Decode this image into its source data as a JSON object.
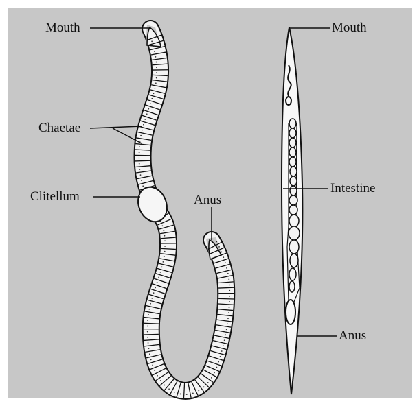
{
  "colors": {
    "background": "#c7c7c7",
    "frame": "#ffffff",
    "ink": "#111111",
    "body_fill": "#f4f4f4"
  },
  "labels": {
    "earthworm": {
      "mouth": "Mouth",
      "chaetae": "Chaetae",
      "clitellum": "Clitellum",
      "anus": "Anus"
    },
    "roundworm": {
      "mouth": "Mouth",
      "intestine": "Intestine",
      "anus": "Anus"
    }
  }
}
